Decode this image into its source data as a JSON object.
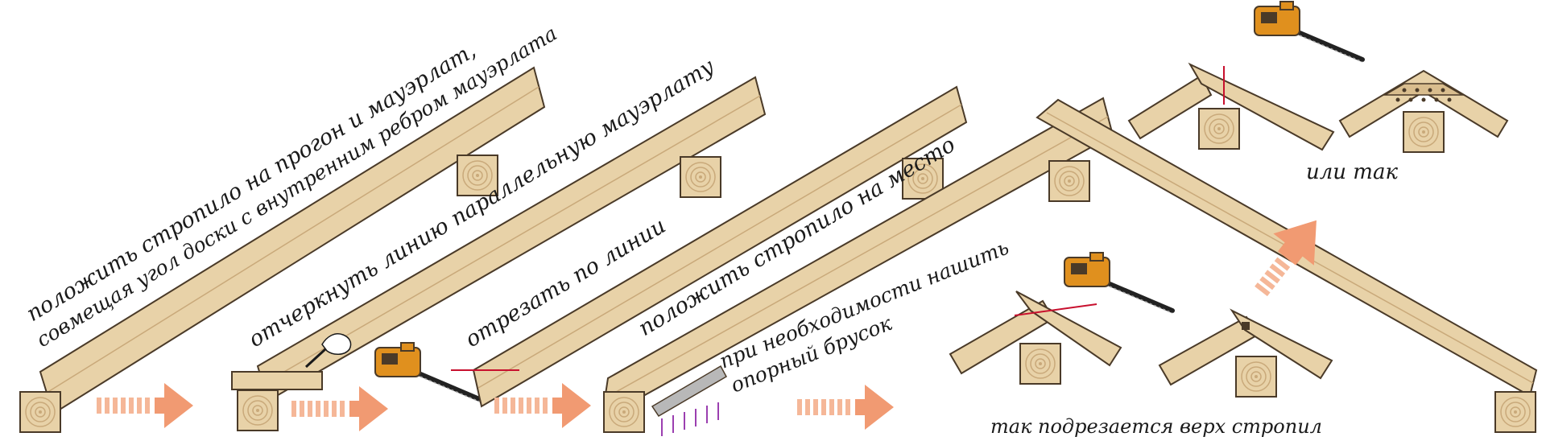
{
  "colors": {
    "wood": "#e8d2a8",
    "wood_outline": "#4a3a28",
    "grain": "#c9a97a",
    "arrow": "#f19a72",
    "arrow_dash": "#f5b798",
    "cut_line": "#c8102e",
    "saw_body": "#e0901e",
    "nail": "#9b3fb0"
  },
  "icons": {
    "saw": "chainsaw-icon",
    "pen": "pen-hand-icon",
    "flow": "arrow-right-icon",
    "alt": "arrow-up-right-icon"
  },
  "labels": {
    "step1_line1": "положить стропило на прогон и мауэрлат,",
    "step1_line2": "совмещая угол доски с внутренним ребром мауэрлата",
    "step2": "отчеркнуть линию параллельную мауэрлату",
    "step3": "отрезать по линии",
    "step4": "положить стропило на место",
    "step5_line1": "при необходимости нашить",
    "step5_line2": "опорный брусок",
    "top_cut": "так подрезается верх стропил",
    "or_so": "или так"
  }
}
